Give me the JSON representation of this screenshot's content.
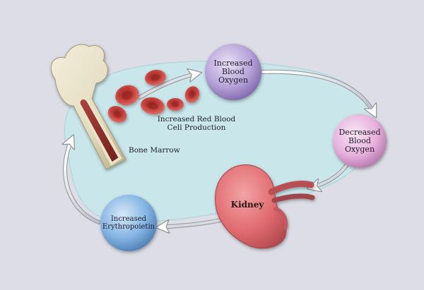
{
  "diagram": {
    "nodes": {
      "increased_oxygen": {
        "label": "Increased\nBlood\nOxygen",
        "color": "#b6a3d8"
      },
      "decreased_oxygen": {
        "label": "Decreased\nBlood\nOxygen",
        "color": "#e7b1dd"
      },
      "increased_epo": {
        "label": "Increased\nErythropoietin",
        "color": "#84b4e3"
      }
    },
    "labels": {
      "rbc_production": "Increased Red Blood\nCell Production",
      "bone_marrow": "Bone Marrow",
      "kidney": "Kidney"
    },
    "colors": {
      "background": "#dcdde6",
      "cycle_fill": "#c9e6ea",
      "arrow": "#ffffff",
      "red_cell": "#c4413c",
      "kidney": "#e06b70",
      "bone": "#e4dcc0"
    },
    "icons": [
      "bone-icon",
      "red-blood-cell-icon",
      "kidney-icon"
    ]
  }
}
